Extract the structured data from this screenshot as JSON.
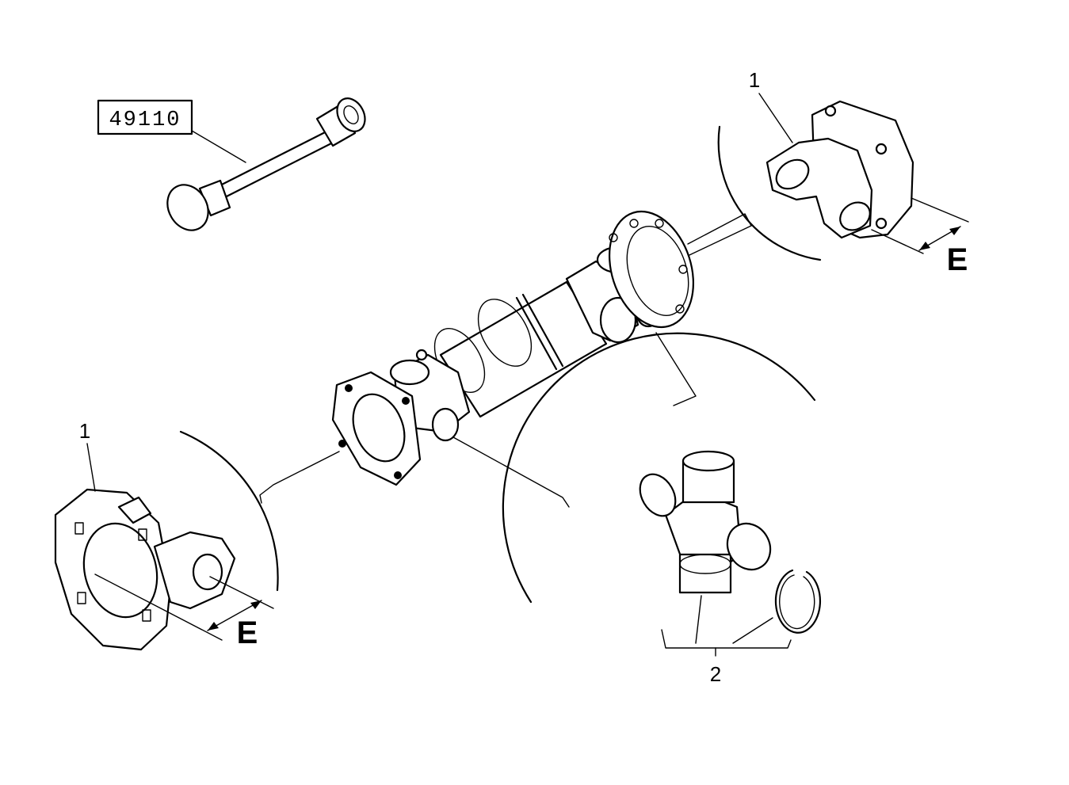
{
  "diagram": {
    "tool_reference": "49110",
    "callouts": {
      "flange_yoke_top": "1",
      "flange_yoke_bottom": "1",
      "spider_kit": "2"
    },
    "dimensions": {
      "top": "E",
      "bottom": "E"
    }
  }
}
